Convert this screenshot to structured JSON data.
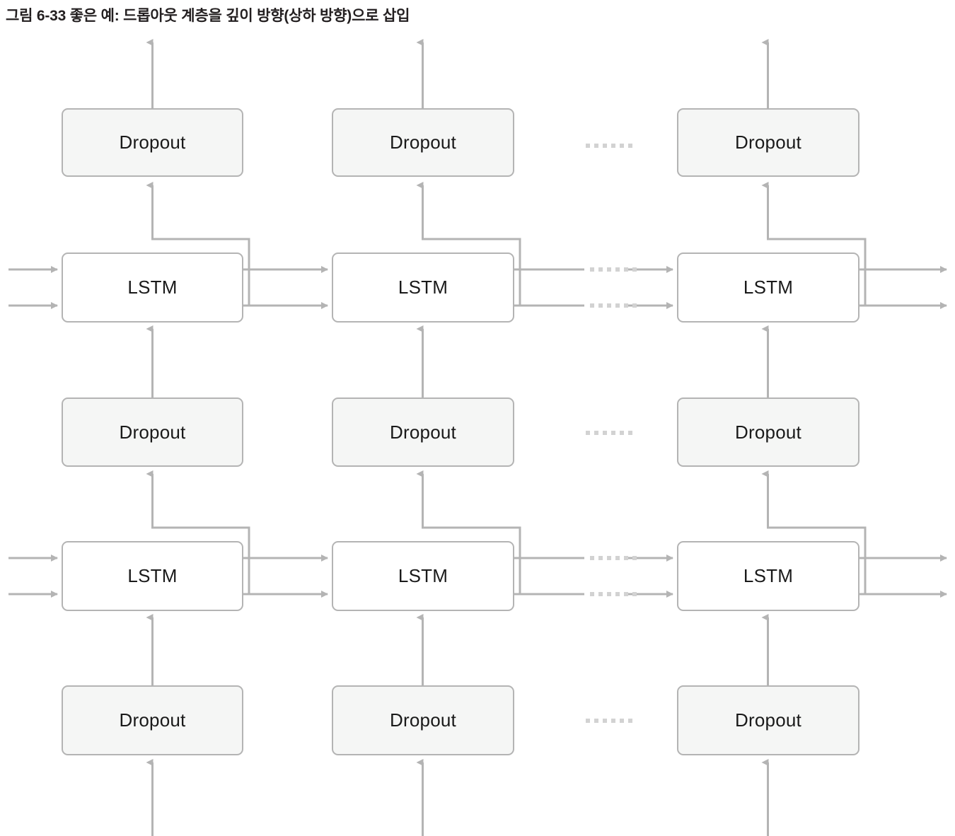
{
  "figure": {
    "caption": "그림 6-33  좋은 예: 드롭아웃 계층을 깊이 방향(상하 방향)으로 삽입",
    "caption_number": "6-33"
  },
  "colors": {
    "stroke": "#b4b4b4",
    "dropout_fill": "#f5f6f5",
    "lstm_fill": "#ffffff",
    "text": "#1a1a1a",
    "caption_text": "#231f20",
    "ellipsis_dot": "#d2d2d2",
    "background": "#ffffff"
  },
  "labels": {
    "dropout": "Dropout",
    "lstm": "LSTM"
  },
  "diagram": {
    "type": "neural-network-architecture",
    "description": "Stacked LSTM network unrolled over time with Dropout layers inserted in the depth (vertical) direction",
    "columns": 3,
    "rows": 6,
    "ellipsis_dot_count": 6,
    "nodes": [
      {
        "id": "dropout-t1-top",
        "label": "Dropout",
        "kind": "dropout",
        "col": 1,
        "row": "top"
      },
      {
        "id": "dropout-t2-top",
        "label": "Dropout",
        "kind": "dropout",
        "col": 2,
        "row": "top"
      },
      {
        "id": "dropout-tn-top",
        "label": "Dropout",
        "kind": "dropout",
        "col": 3,
        "row": "top"
      },
      {
        "id": "lstm-t1-upper",
        "label": "LSTM",
        "kind": "lstm",
        "col": 1,
        "row": "upper-lstm"
      },
      {
        "id": "lstm-t2-upper",
        "label": "LSTM",
        "kind": "lstm",
        "col": 2,
        "row": "upper-lstm"
      },
      {
        "id": "lstm-tn-upper",
        "label": "LSTM",
        "kind": "lstm",
        "col": 3,
        "row": "upper-lstm"
      },
      {
        "id": "dropout-t1-middle",
        "label": "Dropout",
        "kind": "dropout",
        "col": 1,
        "row": "middle"
      },
      {
        "id": "dropout-t2-middle",
        "label": "Dropout",
        "kind": "dropout",
        "col": 2,
        "row": "middle"
      },
      {
        "id": "dropout-tn-middle",
        "label": "Dropout",
        "kind": "dropout",
        "col": 3,
        "row": "middle"
      },
      {
        "id": "lstm-t1-lower",
        "label": "LSTM",
        "kind": "lstm",
        "col": 1,
        "row": "lower-lstm"
      },
      {
        "id": "lstm-t2-lower",
        "label": "LSTM",
        "kind": "lstm",
        "col": 2,
        "row": "lower-lstm"
      },
      {
        "id": "lstm-tn-lower",
        "label": "LSTM",
        "kind": "lstm",
        "col": 3,
        "row": "lower-lstm"
      },
      {
        "id": "dropout-t1-bottom",
        "label": "Dropout",
        "kind": "dropout",
        "col": 1,
        "row": "bottom"
      },
      {
        "id": "dropout-t2-bottom",
        "label": "Dropout",
        "kind": "dropout",
        "col": 2,
        "row": "bottom"
      },
      {
        "id": "dropout-tn-bottom",
        "label": "Dropout",
        "kind": "dropout",
        "col": 3,
        "row": "bottom"
      }
    ],
    "ellipses": [
      {
        "id": "ellipsis-top",
        "row": "top"
      },
      {
        "id": "ellipsis-upper-lstm-c",
        "row": "upper-lstm-c"
      },
      {
        "id": "ellipsis-upper-lstm-h",
        "row": "upper-lstm-h"
      },
      {
        "id": "ellipsis-middle",
        "row": "middle"
      },
      {
        "id": "ellipsis-lower-lstm-c",
        "row": "lower-lstm-c"
      },
      {
        "id": "ellipsis-lower-lstm-h",
        "row": "lower-lstm-h"
      },
      {
        "id": "ellipsis-bottom",
        "row": "bottom"
      }
    ]
  }
}
